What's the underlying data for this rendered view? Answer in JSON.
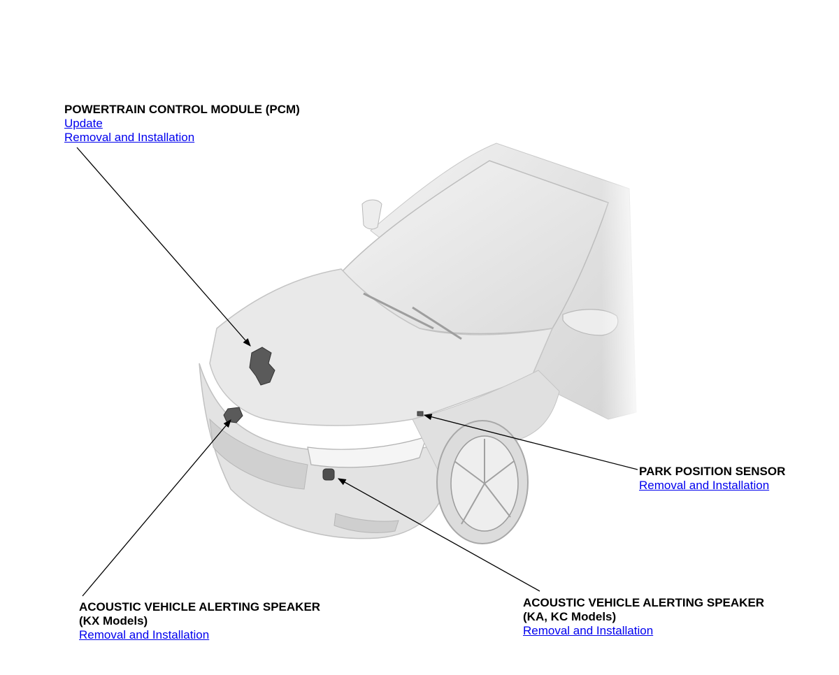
{
  "callouts": {
    "pcm": {
      "title": "POWERTRAIN CONTROL MODULE (PCM)",
      "links": [
        "Update",
        "Removal and Installation"
      ]
    },
    "park_position_sensor": {
      "title": "PARK POSITION SENSOR",
      "links": [
        "Removal and Installation"
      ]
    },
    "avas_kx": {
      "title": "ACOUSTIC VEHICLE ALERTING SPEAKER",
      "subtitle": "(KX Models)",
      "links": [
        "Removal and Installation"
      ]
    },
    "avas_ka_kc": {
      "title": "ACOUSTIC VEHICLE ALERTING SPEAKER",
      "subtitle": "(KA, KC Models)",
      "links": [
        "Removal and Installation"
      ]
    }
  },
  "colors": {
    "link": "#0000ee",
    "car_body": "#e6e6e6",
    "component": "#555555"
  }
}
